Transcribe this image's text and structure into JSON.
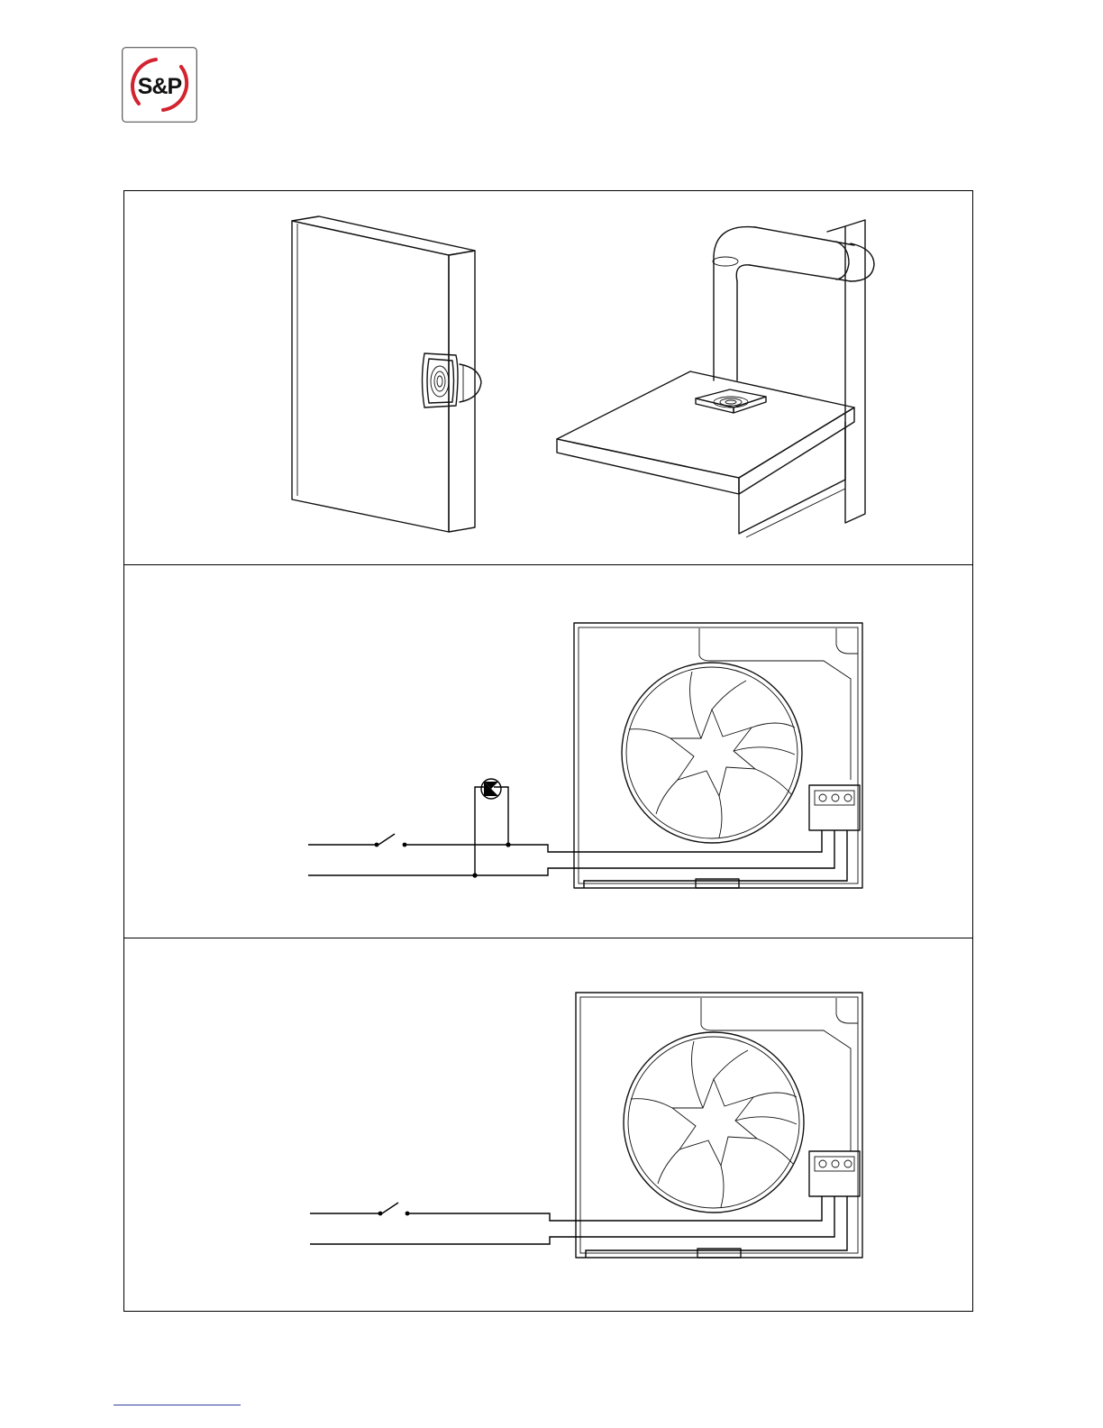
{
  "brand": {
    "logo_text": "S&P",
    "accent_color": "#d3232f"
  },
  "panels": [
    {
      "name": "installation-views"
    },
    {
      "name": "wiring-switch-with-pilot-lamp"
    },
    {
      "name": "wiring-switch-only"
    }
  ],
  "colors": {
    "line": "#000000",
    "footer_rule": "#2f3d9a"
  }
}
